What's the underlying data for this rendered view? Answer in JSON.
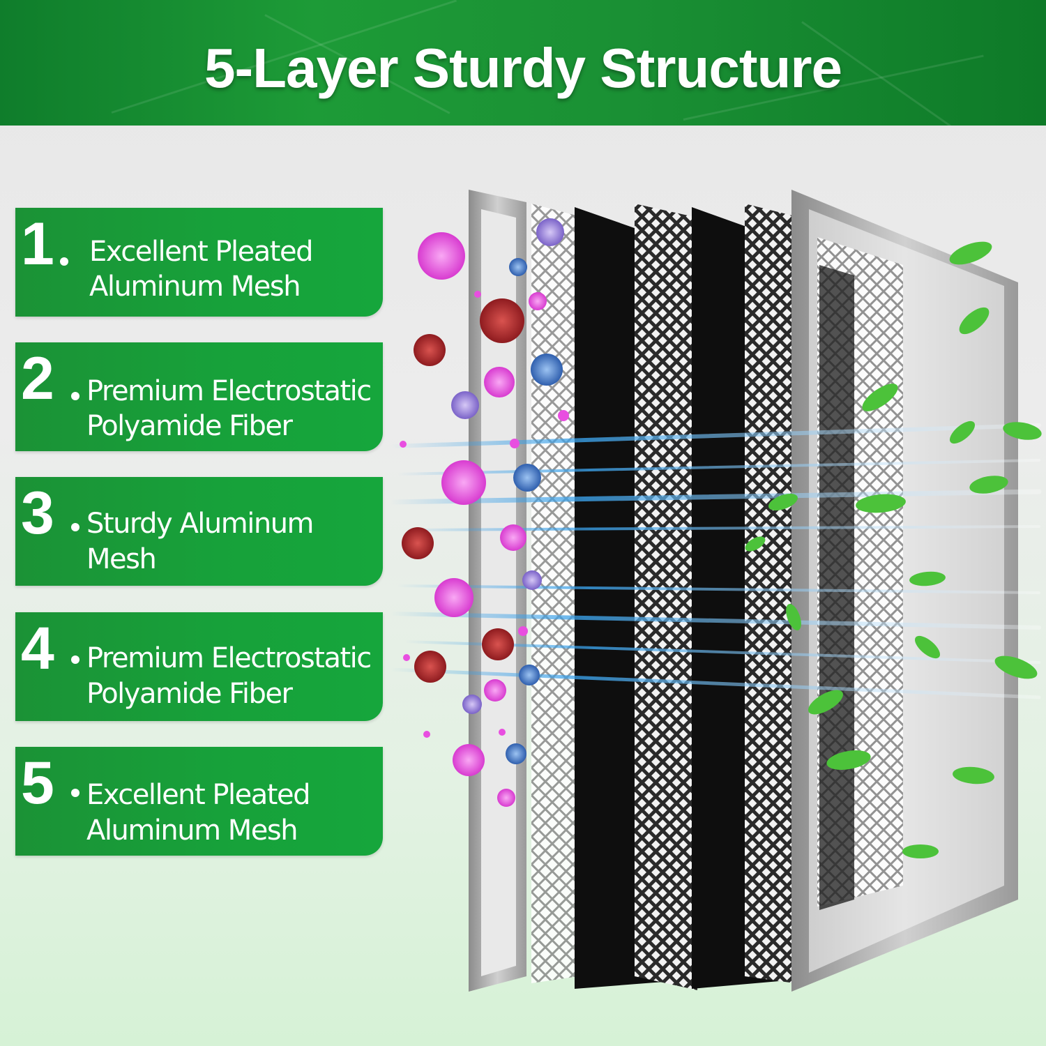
{
  "header": {
    "title": "5-Layer Sturdy Structure"
  },
  "layers": [
    {
      "number": "1",
      "line1": "Excellent Pleated",
      "line2": "Aluminum Mesh"
    },
    {
      "number": "2",
      "line1": "Premium Electrostatic",
      "line2": "Polyamide Fiber"
    },
    {
      "number": "3",
      "line1": "Sturdy Aluminum",
      "line2": "Mesh"
    },
    {
      "number": "4",
      "line1": "Premium Electrostatic",
      "line2": "Polyamide Fiber"
    },
    {
      "number": "5",
      "line1": "Excellent Pleated",
      "line2": "Aluminum Mesh"
    }
  ],
  "illustration": {
    "subject": "exploded-filter-layers",
    "particles_in": [
      "virus-pink",
      "virus-blue",
      "virus-purple",
      "dust-red"
    ],
    "outflow": "green-leaves-and-airflow",
    "colors": {
      "brand_green": "#17a13a",
      "frame": "#a9a9a9",
      "fiber": "#111111",
      "airflow": "#3aa0e8",
      "leaf": "#4cc23a",
      "virus_pink": "#e84ee0",
      "virus_blue": "#3a6fc4",
      "virus_purple": "#9a7ee0",
      "dust_red": "#b3242a"
    }
  }
}
